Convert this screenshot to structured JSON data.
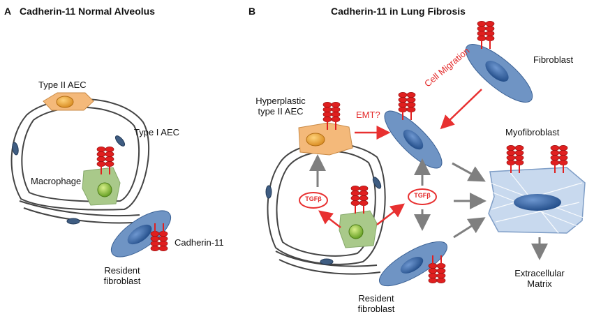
{
  "panel_a": {
    "letter": "A",
    "title": "Cadherin-11 Normal Alveolus",
    "labels": {
      "type2": "Type II AEC",
      "type1": "Type I AEC",
      "macrophage": "Macrophage",
      "cadherin": "Cadherin-11",
      "resident": "Resident\nfibroblast"
    }
  },
  "panel_b": {
    "letter": "B",
    "title": "Cadherin-11 in Lung Fibrosis",
    "labels": {
      "hyperplastic": "Hyperplastic\ntype II AEC",
      "fibroblast": "Fibroblast",
      "emt": "EMT?",
      "migration": "Cell Migration",
      "myofibroblast": "Myofibroblast",
      "tgfb1": "TGFβ",
      "tgfb2": "TGFβ",
      "ecm": "Extracellular\nMatrix",
      "resident": "Resident\nfibroblast"
    }
  },
  "colors": {
    "cadherin": "#e01f1f",
    "fibroblast": "#6f94c4",
    "nucleus": "#2f5f9e",
    "type2": "#f4b97a",
    "macrophage": "#a9c98a",
    "arrow_red": "#e83030",
    "arrow_gray": "#7f7f7f",
    "myofibroblast": "#c8d9ee"
  }
}
